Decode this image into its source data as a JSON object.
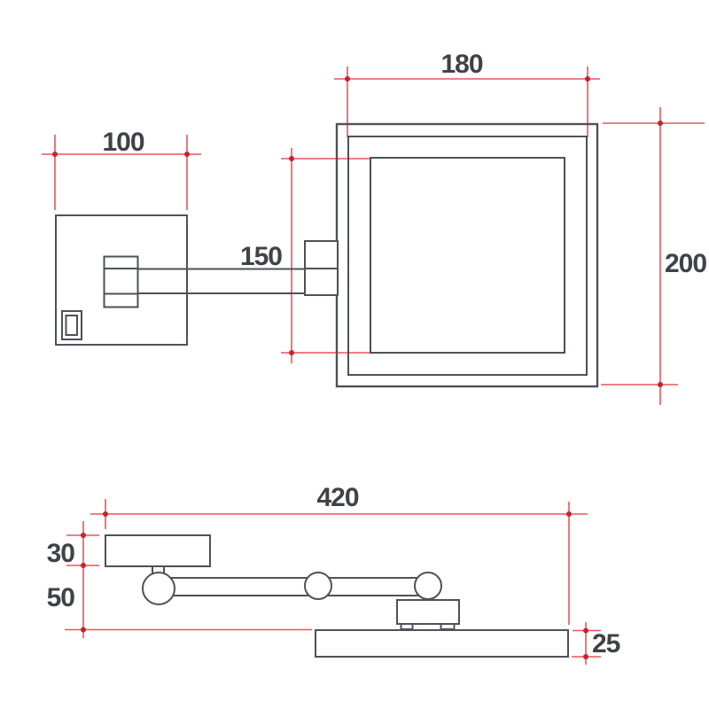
{
  "colors": {
    "background": "#ffffff",
    "drawing_line": "#4e5156",
    "dimension_line": "#e8555a",
    "dimension_marker": "#c4232a",
    "label_text": "#3f4247"
  },
  "front_view": {
    "mirror_width_label": "180",
    "mirror_height_label": "200",
    "wall_plate_width_label": "100",
    "glass_height_label": "150"
  },
  "plan_view": {
    "total_reach_label": "420",
    "wall_plate_depth_label": "30",
    "arm_depth_label": "50",
    "mirror_thickness_label": "25"
  }
}
